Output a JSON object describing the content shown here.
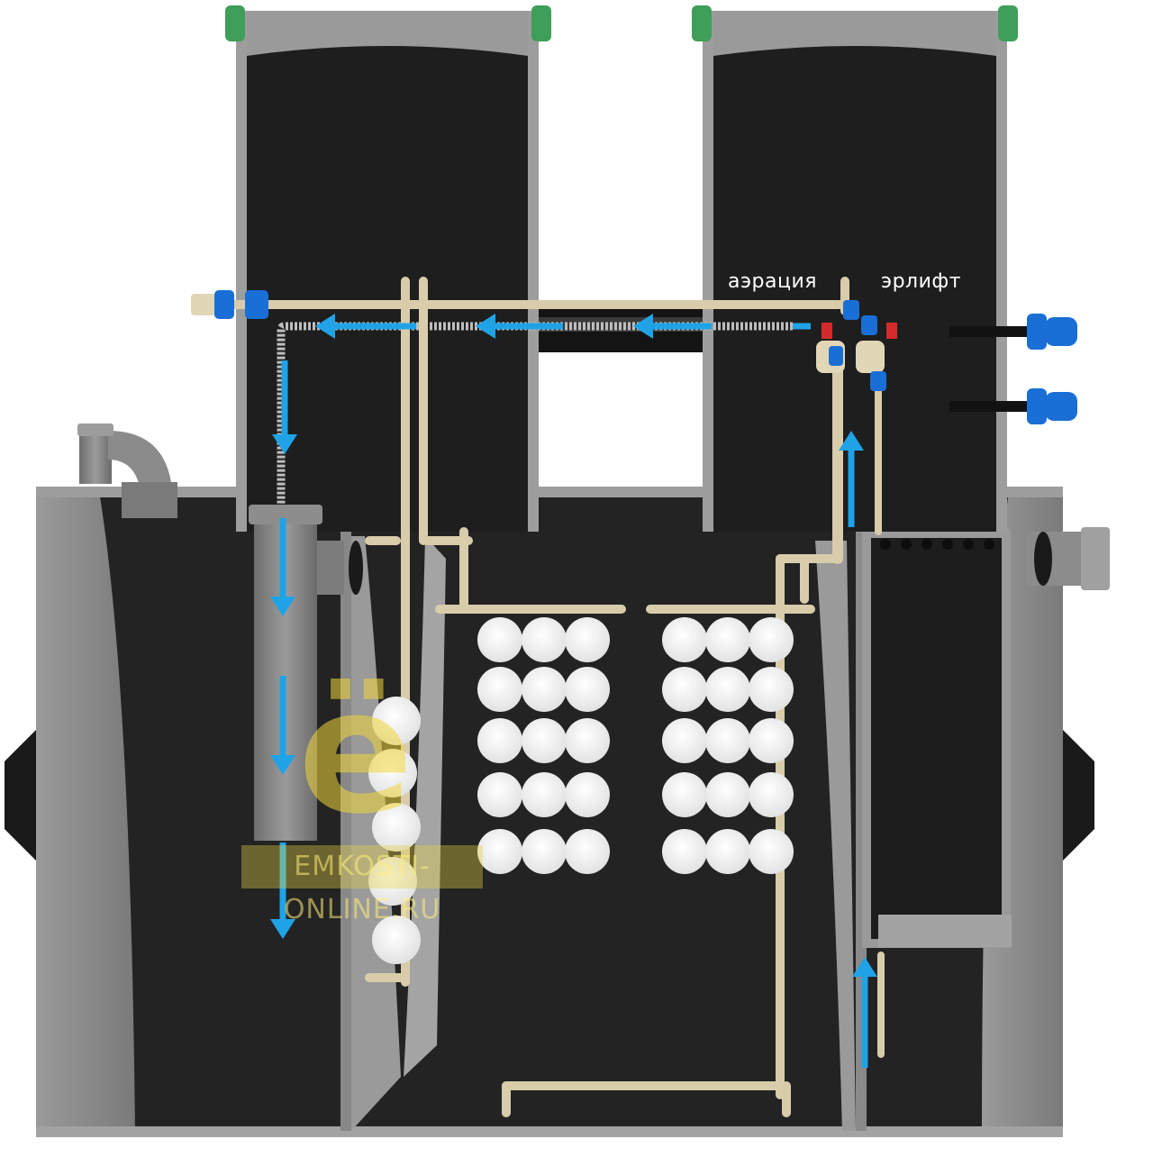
{
  "labels": {
    "aeration": "аэрация",
    "airlift": "эрлифт"
  },
  "watermark": {
    "glyph": "ё",
    "site": "EMKOSTI-ONLINE.RU"
  },
  "colors": {
    "background": "#ffffff",
    "tank_interior": "#1f1f1f",
    "tank_wall": "#8e8e8e",
    "pipe": "#d8ccaa",
    "flow_arrow": "#1fa3e6",
    "fitting": "#1a6fd6",
    "valve": "#d42a2a",
    "neck_rim": "#3f9e5a",
    "sewer_pipe": "#7d7d7d",
    "bio_media": "#f6f6f6"
  },
  "icons": {
    "flow": "flow-arrow-icon",
    "coupling": "pipe-coupling-icon",
    "valve": "ball-valve-icon"
  }
}
